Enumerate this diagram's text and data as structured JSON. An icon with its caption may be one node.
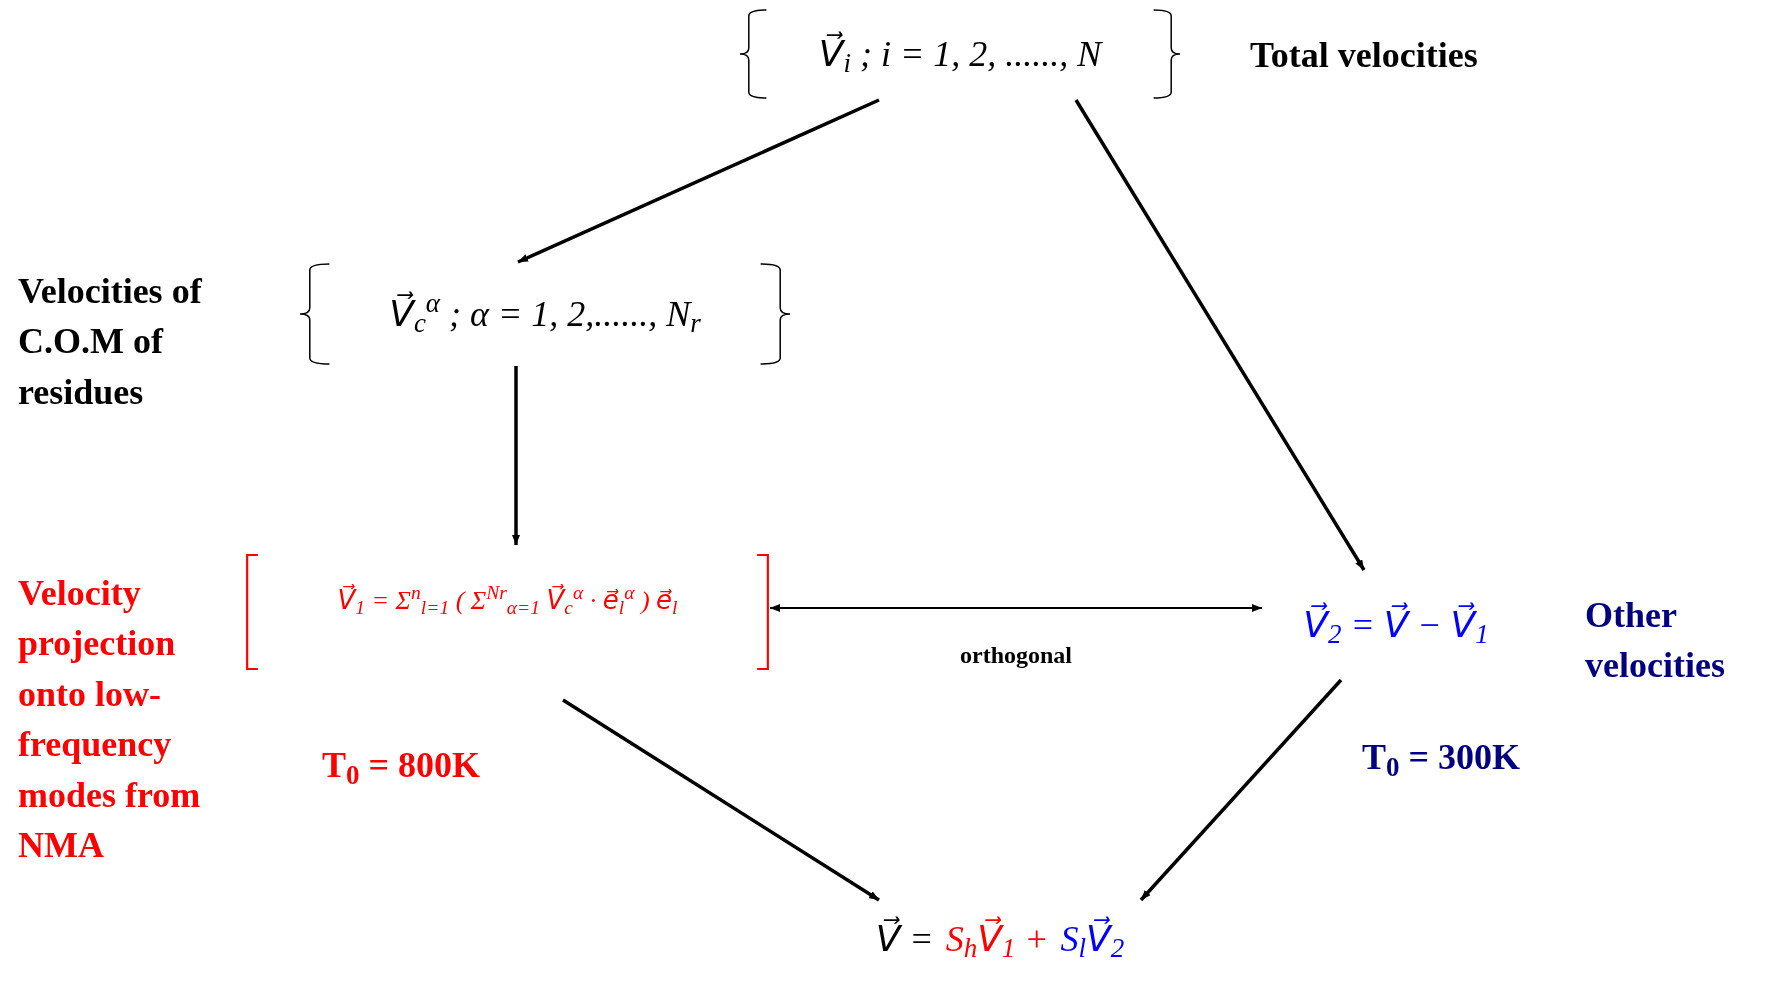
{
  "diagram": {
    "nodes": [
      {
        "text": [
          "V⃗$_{i}$ ;   i = 1, 2, ......, N"
        ],
        "beside": [
          "Total velocities"
        ]
      },
      {
        "text": [
          "V⃗$_{c}$$^{α}$ ;   α = 1, 2,......, N$_{r}$"
        ],
        "beside": [
          "Velocities of C.O.M of residues"
        ]
      },
      {
        "text": [
          "V⃗$_{1}$ = Σ$^{n}$$_{l=1}$ ( Σ$^{Nr}$$_{α=1}$ V⃗$_{c}$$^{α}$ · e⃗$_{l}$$^{α}$ ) e⃗$_{l}$"
        ],
        "beside": [
          "Velocity projection onto low-frequency modes from NMA",
          "T$_{0}$ = 800K"
        ]
      },
      {
        "text": [
          "V⃗$_{2}$ = V⃗ − V⃗$_{1}$"
        ],
        "beside": [
          "Other velocities",
          "T$_{0}$ = 300K"
        ]
      },
      {
        "text": [
          "V⃗ =",
          "S$_{h}$V⃗$_{1}$ +",
          "S$_{l}$V⃗$_{2}$"
        ]
      }
    ],
    "edges": [
      {
        "from": 0,
        "to": 1,
        "arrow": "to"
      },
      {
        "from": 0,
        "to": 3,
        "arrow": "to"
      },
      {
        "from": 1,
        "to": 2,
        "arrow": "to"
      },
      {
        "from": 2,
        "to": 3,
        "arrow": "both",
        "label": "orthogonal"
      },
      {
        "from": 2,
        "to": 4,
        "arrow": "to"
      },
      {
        "from": 3,
        "to": 4,
        "arrow": "to"
      }
    ]
  }
}
